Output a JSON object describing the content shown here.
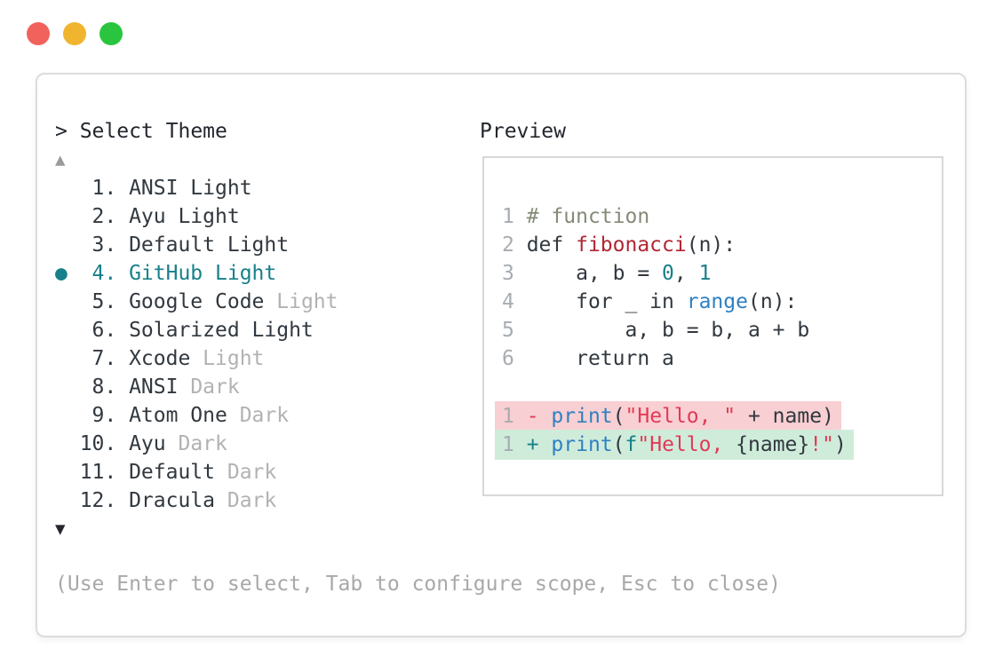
{
  "window_chrome": {
    "traffic_lights": [
      {
        "name": "close",
        "color": "#f2625c"
      },
      {
        "name": "minimize",
        "color": "#f0b42e"
      },
      {
        "name": "zoom",
        "color": "#29c53e"
      }
    ]
  },
  "picker": {
    "prompt": "> Select Theme",
    "scroll_up_icon": "▲",
    "scroll_down_icon": "▼",
    "selected_marker": "●",
    "items": [
      {
        "number": "1",
        "name": "ANSI Light",
        "suffix": "",
        "selected": false
      },
      {
        "number": "2",
        "name": "Ayu Light",
        "suffix": "",
        "selected": false
      },
      {
        "number": "3",
        "name": "Default Light",
        "suffix": "",
        "selected": false
      },
      {
        "number": "4",
        "name": "GitHub Light",
        "suffix": "",
        "selected": true
      },
      {
        "number": "5",
        "name": "Google Code",
        "suffix": " Light",
        "selected": false
      },
      {
        "number": "6",
        "name": "Solarized Light",
        "suffix": "",
        "selected": false
      },
      {
        "number": "7",
        "name": "Xcode",
        "suffix": " Light",
        "selected": false
      },
      {
        "number": "8",
        "name": "ANSI",
        "suffix": " Dark",
        "selected": false
      },
      {
        "number": "9",
        "name": "Atom One",
        "suffix": " Dark",
        "selected": false
      },
      {
        "number": "10",
        "name": "Ayu",
        "suffix": " Dark",
        "selected": false
      },
      {
        "number": "11",
        "name": "Default",
        "suffix": " Dark",
        "selected": false
      },
      {
        "number": "12",
        "name": "Dracula",
        "suffix": " Dark",
        "selected": false
      }
    ],
    "hint": "(Use Enter to select, Tab to configure scope, Esc to close)"
  },
  "preview": {
    "label": "Preview",
    "lines": [
      {
        "type": "code",
        "num": "1",
        "segs": [
          [
            "# function",
            "comment"
          ]
        ]
      },
      {
        "type": "code",
        "num": "2",
        "segs": [
          [
            "def ",
            "dark"
          ],
          [
            "fibonacci",
            "def_name"
          ],
          [
            "(n):",
            "dark"
          ]
        ]
      },
      {
        "type": "code",
        "num": "3",
        "segs": [
          [
            "    a, b = ",
            "dark"
          ],
          [
            "0",
            "teal"
          ],
          [
            ", ",
            "dark"
          ],
          [
            "1",
            "teal"
          ]
        ]
      },
      {
        "type": "code",
        "num": "4",
        "segs": [
          [
            "    for _ in ",
            "dark"
          ],
          [
            "range",
            "blue"
          ],
          [
            "(n):",
            "dark"
          ]
        ]
      },
      {
        "type": "code",
        "num": "5",
        "segs": [
          [
            "        a, b = b, a + b",
            "dark"
          ]
        ]
      },
      {
        "type": "code",
        "num": "6",
        "segs": [
          [
            "    return a",
            "dark"
          ]
        ]
      },
      {
        "type": "blank"
      },
      {
        "type": "removed",
        "num": "1",
        "segs": [
          [
            "- ",
            "string"
          ],
          [
            "print",
            "blue"
          ],
          [
            "(",
            "dark"
          ],
          [
            "\"Hello, \"",
            "string"
          ],
          [
            " + name)",
            "dark"
          ]
        ]
      },
      {
        "type": "added",
        "num": "1",
        "segs": [
          [
            "+ ",
            "teal"
          ],
          [
            "print",
            "blue"
          ],
          [
            "(",
            "dark"
          ],
          [
            "f",
            "teal"
          ],
          [
            "\"Hello, ",
            "string"
          ],
          [
            "{name}",
            "dark"
          ],
          [
            "!\"",
            "string"
          ],
          [
            ")",
            "dark"
          ]
        ]
      }
    ]
  },
  "colors": {
    "header": "#22272d",
    "dark": "#31383f",
    "teal": "#17808a",
    "blue": "#2e80c2",
    "def_name": "#b02733",
    "string": "#e13a56",
    "comment": "#848b77",
    "lineno": "#a7acb1",
    "suffix": "#b2b2b2",
    "hint": "#a8a8a8",
    "scroll_up": "#9b9b9b",
    "scroll_down": "#23272c",
    "diff_removed_bg": "#f8cfd2",
    "diff_added_bg": "#cfecdb"
  }
}
